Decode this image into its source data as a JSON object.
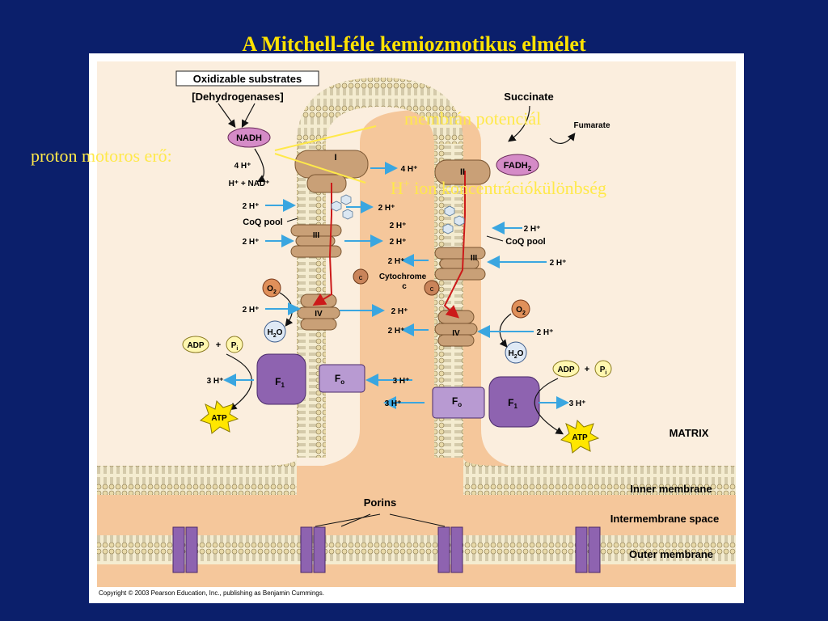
{
  "slide": {
    "title": "A Mitchell-féle kemiozmotikus elmélet",
    "overlays": {
      "proton_motive": "proton motoros erő:",
      "membrane_potential": "membrán potenciál",
      "h_ion_prefix": "H",
      "h_ion_sup": "+",
      "h_ion_rest": " ion koncentrációkülönbség"
    }
  },
  "diagram": {
    "oxidizable_substrates": "Oxidizable substrates",
    "dehydrogenases": "[Dehydrogenases]",
    "succinate": "Succinate",
    "fumarate": "Fumarate",
    "nadh": "NADH",
    "fadh2": "FADH",
    "fadh2_sub": "2",
    "h_nad": "H⁺ + NAD⁺",
    "coq_pool": "CoQ pool",
    "cytochrome": "Cytochrome",
    "cytochrome_c": "c",
    "c_label": "c",
    "o2": "O",
    "o2_sub": "2",
    "h2o": "H",
    "h2o_sub": "2",
    "h2o_end": "O",
    "adp": "ADP",
    "plus": "+",
    "pi": "P",
    "pi_sub": "i",
    "atp": "ATP",
    "f1": "F",
    "f1_sub": "1",
    "fo": "F",
    "fo_sub": "o",
    "complex_i": "I",
    "complex_ii": "II",
    "complex_iii": "III",
    "complex_iv": "IV",
    "protons": {
      "h4": "4 H⁺",
      "h2": "2 H⁺",
      "h3": "3 H⁺"
    },
    "matrix": "MATRIX",
    "porins": "Porins",
    "inner_membrane": "Inner membrane",
    "intermembrane_space": "Intermembrane space",
    "outer_membrane": "Outer membrane",
    "copyright": "Copyright © 2003 Pearson Education, Inc., publishing as Benjamin Cummings."
  },
  "colors": {
    "background": "#0b1f6b",
    "title": "#ffe200",
    "overlay_text": "#ffe94a",
    "membrane_fill": "#f5c79b",
    "protein": "#c9a077",
    "atp_synthase": "#8e63b0",
    "electron_path": "#cc1a1a",
    "proton_arrow": "#3aa6e0"
  }
}
